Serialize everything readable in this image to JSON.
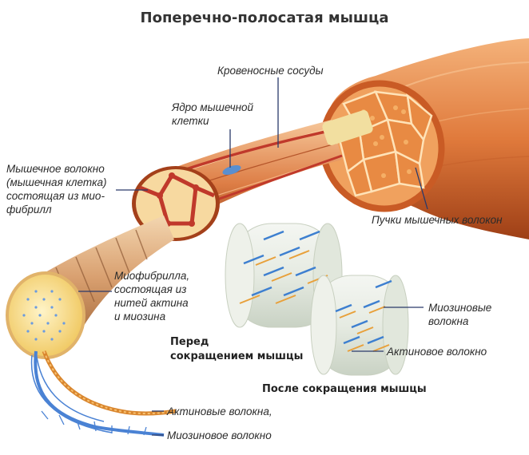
{
  "title": "Поперечно-полосатая мышца",
  "labels": {
    "blood_vessels": "Кровеносные сосуды",
    "nucleus": [
      "Ядро мышечной",
      "клетки"
    ],
    "muscle_fiber": [
      "Мышечное волокно",
      "(мышечная клетка)",
      "состоящая из мио-",
      "фибрилл"
    ],
    "bundles": "Пучки мышечных волокон",
    "myofibril": [
      "Миофибрилла,",
      "состоящая из",
      "нитей актина",
      "и миозина"
    ],
    "myosin_fibers": [
      "Миозиновые",
      "волокна"
    ],
    "actin_fiber": "Актиновое волокно",
    "actin_fibers": "Актиновые волокна,",
    "myosin_fiber": "Миозиновое волокно"
  },
  "captions": {
    "before": [
      "Перед",
      "сокращением мышцы"
    ],
    "after": "После сокращения мышцы"
  },
  "colors": {
    "muscle": "#e07a3c",
    "muscle_dark": "#b24c1c",
    "fiber_cross": "#f7d9a0",
    "vessel": "#c0392b",
    "myosin": "#3d7fd0",
    "actin": "#e8a03a",
    "leader": "#2a3a6a"
  }
}
